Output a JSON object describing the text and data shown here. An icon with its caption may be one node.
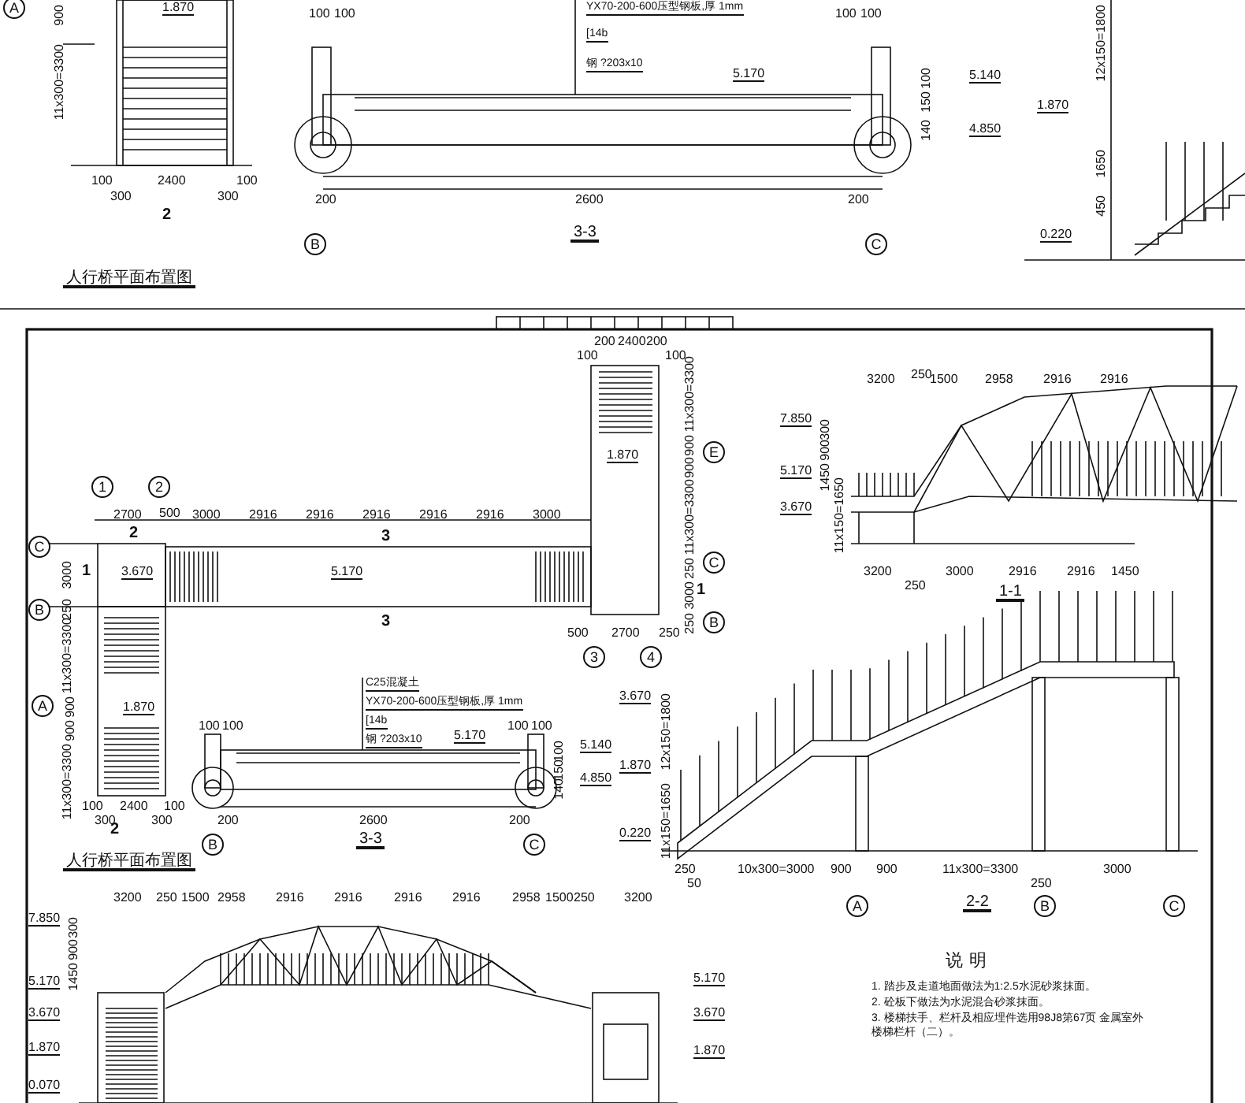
{
  "diagram": {
    "labels": [
      "A",
      "1.870",
      "900",
      "11x300=3300",
      "100",
      "2400",
      "100",
      "300",
      "300",
      "2",
      "人行桥平面布置图",
      "100",
      "100",
      "YX70-200-600压型钢板,厚 1mm",
      "[14b",
      "钢 ?203x10",
      "5.170",
      "100",
      "100",
      "5.140",
      "100",
      "150",
      "140",
      "4.850",
      "200",
      "2600",
      "200",
      "B",
      "C",
      "3-3",
      "12x150=1800",
      "1.870",
      "1650",
      "450",
      "0.220",
      "100",
      "200",
      "2400",
      "200",
      "100",
      "11x300=3300",
      "900",
      "900",
      "1.870",
      "E",
      "11x300=3300",
      "1",
      "2",
      "2700",
      "500",
      "3000",
      "2916",
      "2916",
      "2916",
      "2916",
      "2916",
      "3000",
      "2",
      "3",
      "C",
      "3000",
      "1",
      "3.670",
      "5.170",
      "B",
      "250",
      "3",
      "250",
      "C",
      "3000",
      "1",
      "250",
      "B",
      "500",
      "2700",
      "250",
      "3",
      "4",
      "11x300=3300",
      "A",
      "900",
      "900",
      "1.870",
      "11x300=3300",
      "100",
      "2400",
      "100",
      "300",
      "300",
      "2",
      "人行桥平面布置图",
      "C25混凝土",
      "YX70-200-600压型钢板,厚 1mm",
      "[14b",
      "钢 ?203x10",
      "100",
      "100",
      "100",
      "100",
      "5.170",
      "100",
      "150",
      "140",
      "5.140",
      "4.850",
      "200",
      "2600",
      "200",
      "B",
      "C",
      "3-3",
      "3200",
      "250",
      "1500",
      "2958",
      "2916",
      "2916",
      "7.850",
      "300",
      "900",
      "5.170",
      "1450",
      "3.670",
      "11x150=1650",
      "3200",
      "250",
      "3000",
      "2916",
      "2916",
      "1450",
      "1-1",
      "3.670",
      "12x150=1800",
      "1.870",
      "11x150=1650",
      "0.220",
      "250",
      "50",
      "10x300=3000",
      "900",
      "900",
      "11x300=3300",
      "250",
      "3000",
      "A",
      "2-2",
      "B",
      "C",
      "3200",
      "250",
      "1500",
      "2958",
      "2916",
      "2916",
      "2916",
      "2916",
      "2958",
      "1500",
      "250",
      "3200",
      "7.850",
      "300",
      "900",
      "5.170",
      "1450",
      "3.670",
      "1.870",
      "0.070",
      "5.170",
      "3.670",
      "1.870",
      "说明",
      "1. 踏步及走道地面做法为1:2.5水泥砂浆抹面。",
      "2. 砼板下做法为水泥混合砂浆抹面。",
      "3. 楼梯扶手、栏杆及相应埋件选用98J8第67页 金属室外楼梯栏杆（二）。"
    ]
  }
}
